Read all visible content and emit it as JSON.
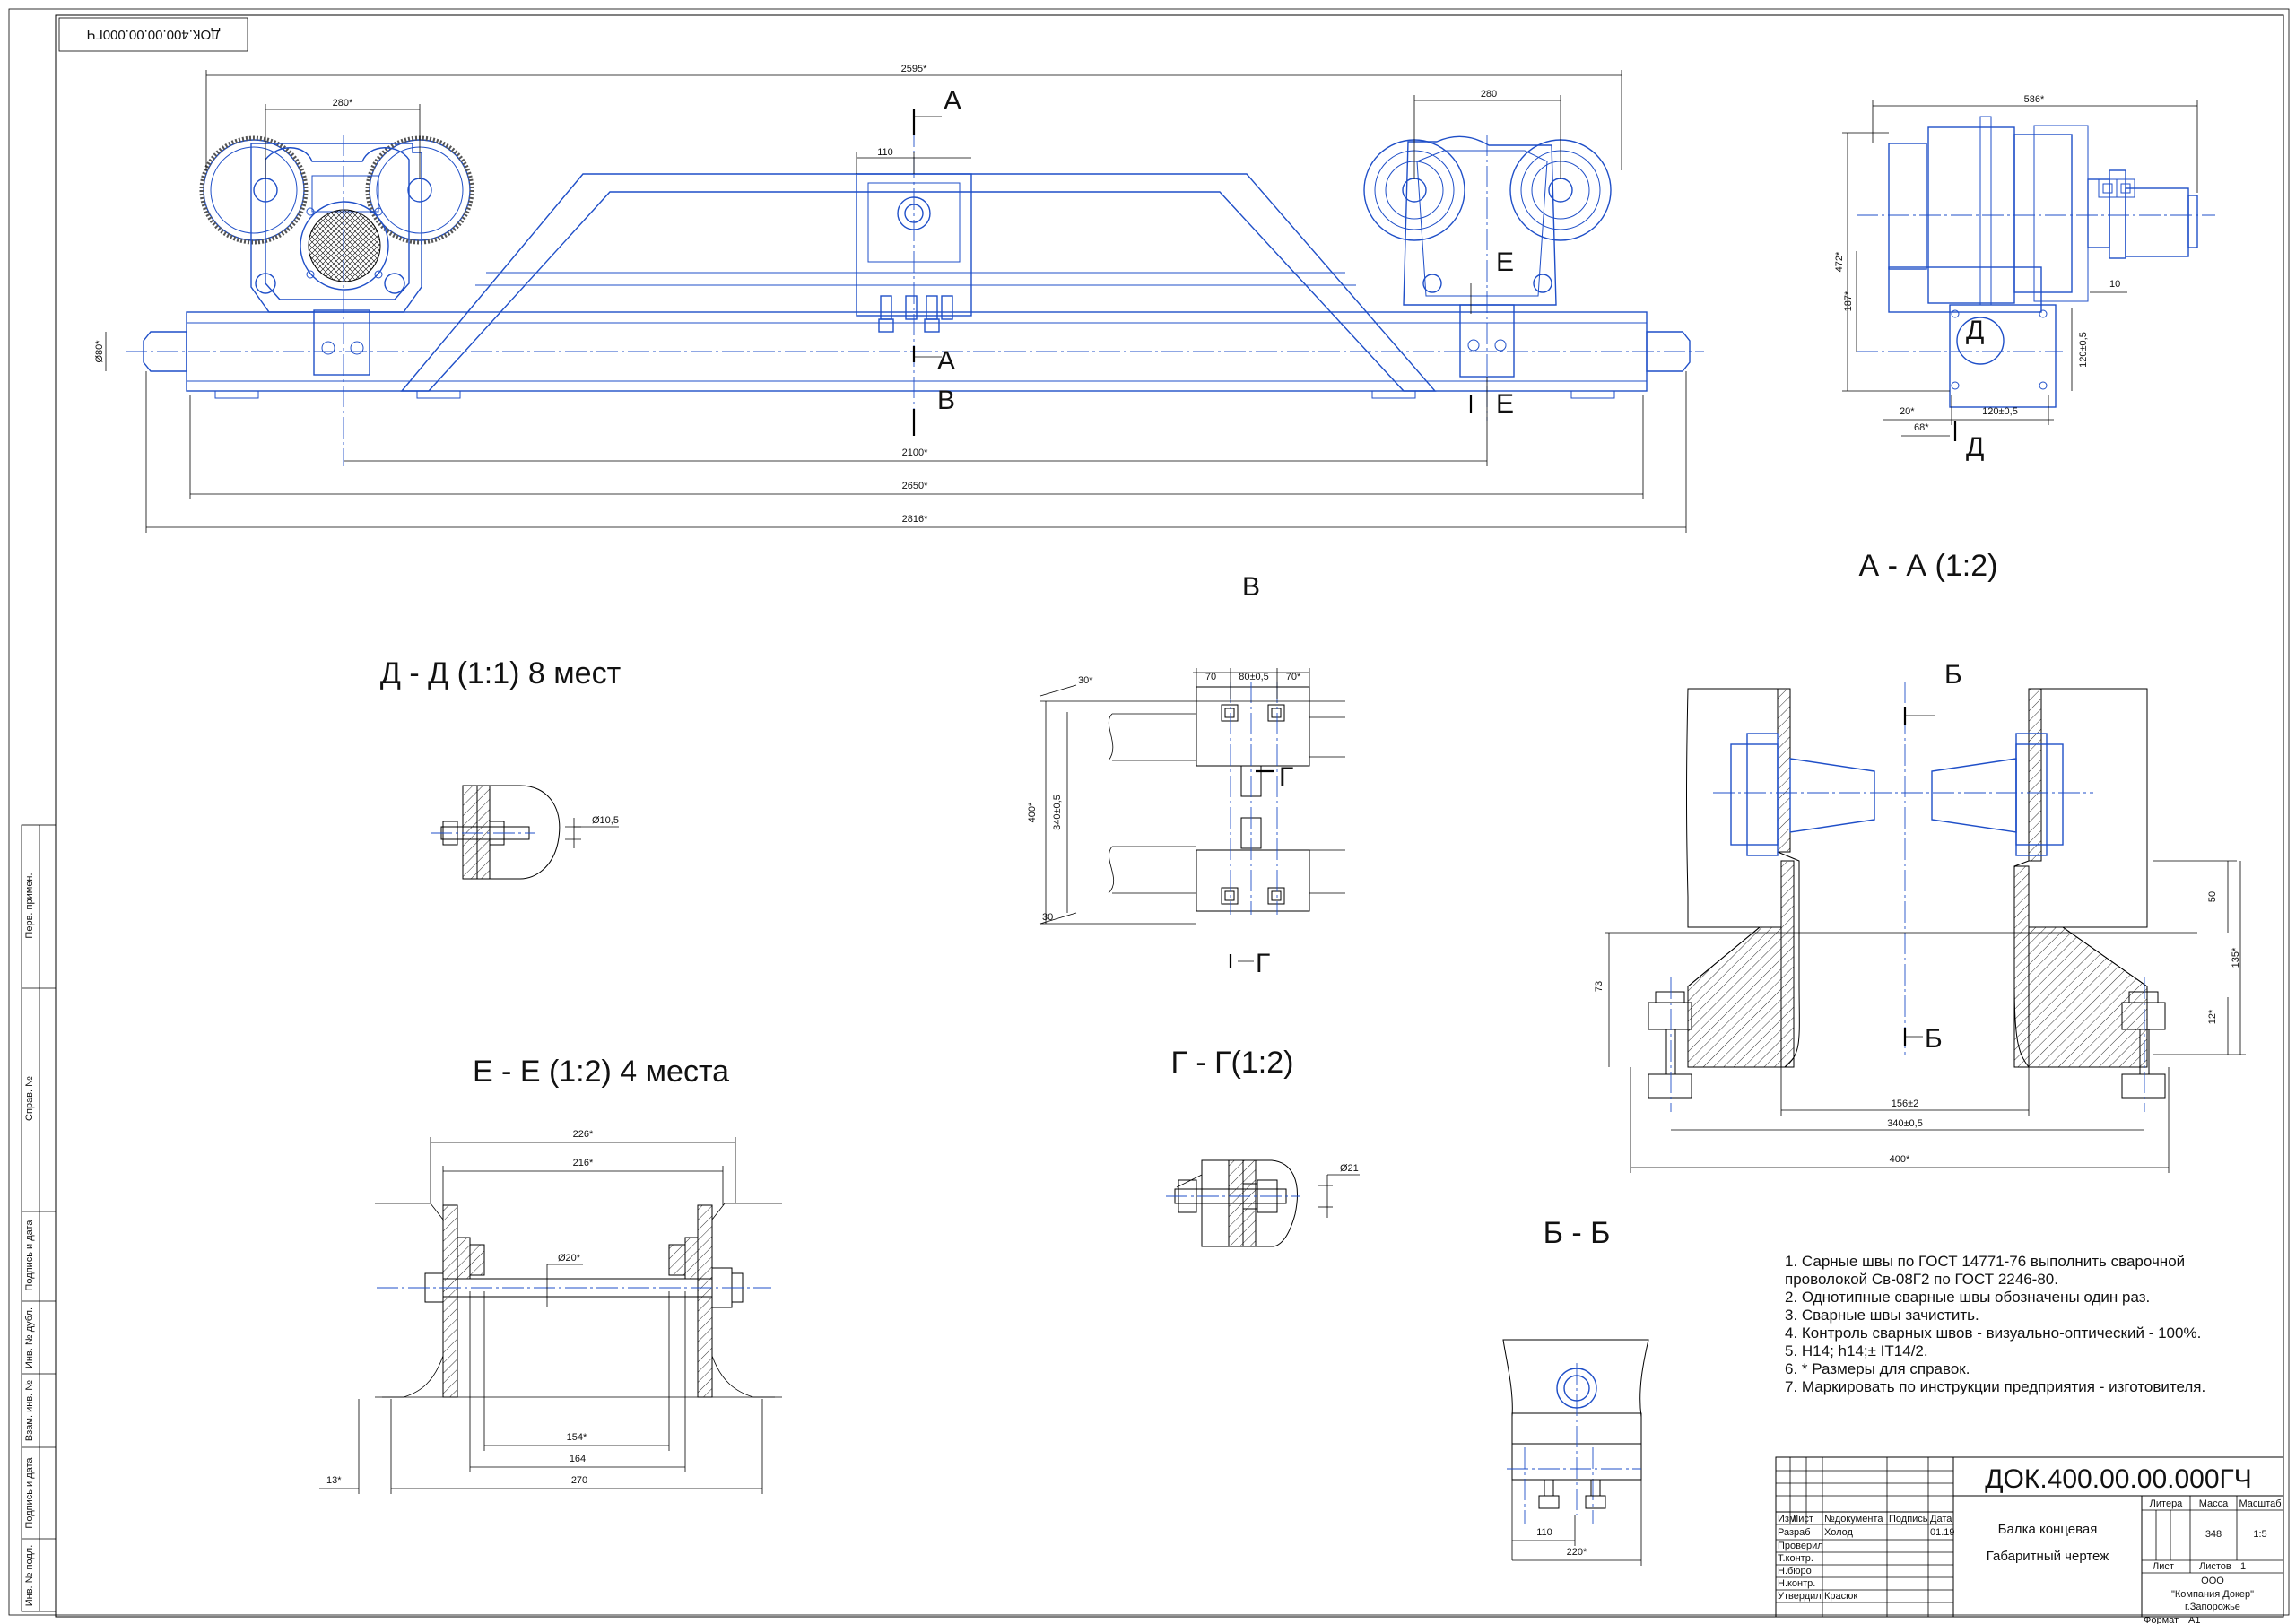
{
  "doc_code_rotated": "ДОК.400.00.00.000ГЧ",
  "views": {
    "main": {
      "dims": {
        "overall_top": "2595*",
        "wheels_left": "280*",
        "wheels_right": "280",
        "center_block": "110",
        "height_left": "Ø80*",
        "base_2100": "2100*",
        "base_2650": "2650*",
        "base_2816": "2816*"
      },
      "section_marks": {
        "a_top": "А",
        "a_bottom": "А",
        "b": "В",
        "e_top": "Е",
        "e_bottom": "Е"
      }
    },
    "aa": {
      "title": "А - А (1:2)",
      "dims": {
        "width": "586*",
        "height": "472*",
        "h187": "187*",
        "d10": "10",
        "v120": "120±0,5",
        "b20": "20*",
        "b68": "68*",
        "b120": "120±0,5"
      },
      "mark_d_top": "Д",
      "mark_d_bottom": "Д"
    },
    "v_label": "В",
    "dd": {
      "title": "Д - Д (1:1) 8 мест",
      "dim": "Ø10,5"
    },
    "v_detail": {
      "dims": {
        "a30": "30*",
        "d70a": "70",
        "d80": "80±0,5",
        "d70b": "70*",
        "h400": "400*",
        "h340": "340±0,5",
        "d30": "30"
      },
      "mark_g_top": "Г",
      "mark_g_bottom": "Г"
    },
    "b_section": {
      "mark_top": "Б",
      "mark_bottom": "Б",
      "dims": {
        "d50": "50",
        "d135": "135*",
        "d12": "12*",
        "d73": "73",
        "d156": "156±2",
        "d340": "340±0,5",
        "d400": "400*"
      }
    },
    "ee": {
      "title": "Е - Е (1:2) 4 места",
      "dims": {
        "d226": "226*",
        "d216": "216*",
        "d20": "Ø20*",
        "d154": "154*",
        "d164": "164",
        "d270": "270",
        "d13": "13*"
      }
    },
    "gg": {
      "title": "Г - Г(1:2)",
      "dim": "Ø21"
    },
    "bb": {
      "title": "Б - Б",
      "dims": {
        "d110": "110",
        "d220": "220*"
      }
    }
  },
  "notes": [
    "1. Сарные швы по ГОСТ 14771-76 выполнить сварочной",
    "проволокой Св-08Г2 по ГОСТ 2246-80.",
    "2. Однотипные сварные швы обозначены один раз.",
    "3. Сварные швы зачистить.",
    "4. Контроль сварных швов - визуально-оптический - 100%.",
    "5. H14; h14;± IT14/2.",
    "6. * Размеры для справок.",
    "7. Маркировать по инструкции предприятия - изготовителя."
  ],
  "side_stamp": [
    "Перв. примен.",
    "Справ. №",
    "Подпись и дата",
    "Инв. № дубл.",
    "Взам. инв. №",
    "Подпись и дата",
    "Инв. № подл."
  ],
  "title_block": {
    "code": "ДОК.400.00.00.000ГЧ",
    "name_line1": "Балка концевая",
    "name_line2": "Габаритный чертеж",
    "head_izm": "Изм",
    "head_list": "Лист",
    "head_ndoc": "№документа",
    "head_podp": "Подпись",
    "head_data": "Дата",
    "razrab_label": "Разраб",
    "razrab_name": "Холод",
    "razrab_date": "01.19",
    "proveril_label": "Проверил",
    "tkontr_label": "Т.контр.",
    "nburo_label": "Н.бюро",
    "nkontr_label": "Н.контр.",
    "utverdil_label": "Утвердил",
    "utverdil_name": "Красюк",
    "litera_label": "Литера",
    "massa_label": "Масса",
    "massa_value": "348",
    "masshtab_label": "Масштаб",
    "masshtab_value": "1:5",
    "list_label": "Лист",
    "listov_label": "Листов",
    "listov_value": "1",
    "org_line1": "ООО",
    "org_line2": "\"Компания Докер\"",
    "org_line3": "г.Запорожье",
    "format_label": "Формат",
    "format_value": "A1"
  }
}
